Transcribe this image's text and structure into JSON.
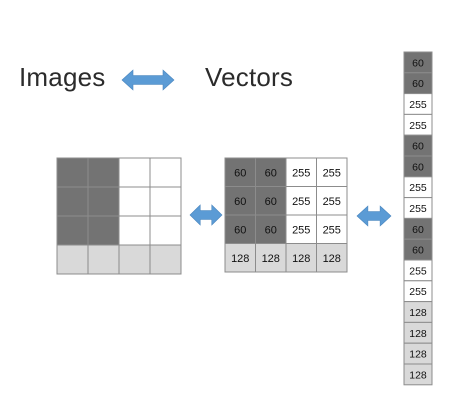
{
  "titles": {
    "left": "Images",
    "right": "Vectors"
  },
  "colors": {
    "dark": "#737373",
    "light": "#d9d9d9",
    "white": "#ffffff",
    "border": "#8c8c8c",
    "arrow": "#5b9bd5"
  },
  "image_grid": {
    "rows": [
      [
        "dark",
        "dark",
        "white",
        "white"
      ],
      [
        "dark",
        "dark",
        "white",
        "white"
      ],
      [
        "dark",
        "dark",
        "white",
        "white"
      ],
      [
        "light",
        "light",
        "light",
        "light"
      ]
    ]
  },
  "number_grid": {
    "rows": [
      [
        "60",
        "60",
        "255",
        "255"
      ],
      [
        "60",
        "60",
        "255",
        "255"
      ],
      [
        "60",
        "60",
        "255",
        "255"
      ],
      [
        "128",
        "128",
        "128",
        "128"
      ]
    ]
  },
  "vector": [
    "60",
    "60",
    "255",
    "255",
    "60",
    "60",
    "255",
    "255",
    "60",
    "60",
    "255",
    "255",
    "128",
    "128",
    "128",
    "128"
  ],
  "arrows": [
    {
      "name": "title-arrow",
      "icon": "double-arrow-icon"
    },
    {
      "name": "grid-arrow",
      "icon": "double-arrow-icon"
    },
    {
      "name": "vector-arrow",
      "icon": "double-arrow-icon"
    }
  ]
}
